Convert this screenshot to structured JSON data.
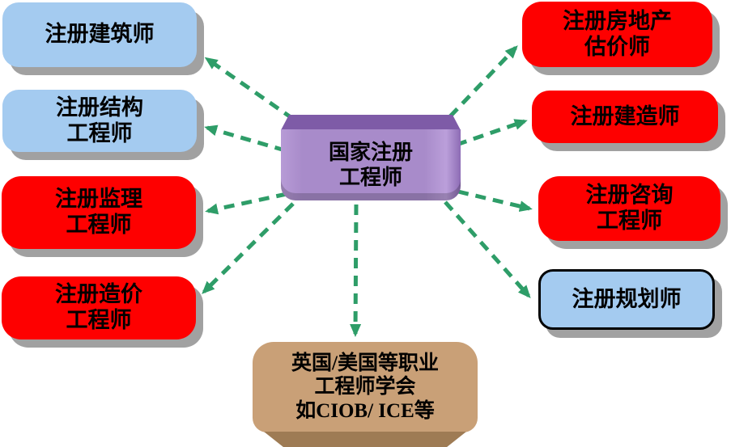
{
  "diagram": {
    "type": "radial-relationship-diagram",
    "center_node": {
      "id": "national-registered-engineer",
      "label": "国家注册\n工程师",
      "fill": "#a88bca",
      "top_face_fill": "#7e5ba7",
      "shape": "3d-rounded-slab"
    },
    "nodes": [
      {
        "id": "registered-architect",
        "label": "注册建筑师",
        "fill": "#a4cbf0",
        "side": "left"
      },
      {
        "id": "registered-structural-engineer",
        "label": "注册结构\n工程师",
        "fill": "#a4cbf0",
        "side": "left"
      },
      {
        "id": "registered-supervision-engineer",
        "label": "注册监理\n工程师",
        "fill": "#fe0000",
        "side": "left"
      },
      {
        "id": "registered-cost-engineer",
        "label": "注册造价\n工程师",
        "fill": "#fe0000",
        "side": "left"
      },
      {
        "id": "registered-real-estate-appraiser",
        "label": "注册房地产\n估价师",
        "fill": "#fe0000",
        "side": "right"
      },
      {
        "id": "registered-constructor",
        "label": "注册建造师",
        "fill": "#fe0000",
        "side": "right"
      },
      {
        "id": "registered-consulting-engineer",
        "label": "注册咨询\n工程师",
        "fill": "#fe0000",
        "side": "right"
      },
      {
        "id": "registered-planner",
        "label": "注册规划师",
        "fill": "#a4cbf0",
        "side": "right",
        "border": "#000000"
      },
      {
        "id": "foreign-engineer-societies",
        "label": "英国/美国等职业\n工程师学会\n如CIOB/ ICE等",
        "fill": "#c9a077",
        "side": "bottom",
        "shape": "3d-rounded-slab"
      }
    ],
    "edges": [
      {
        "from": "national-registered-engineer",
        "to": "registered-architect"
      },
      {
        "from": "national-registered-engineer",
        "to": "registered-structural-engineer"
      },
      {
        "from": "national-registered-engineer",
        "to": "registered-supervision-engineer"
      },
      {
        "from": "national-registered-engineer",
        "to": "registered-cost-engineer"
      },
      {
        "from": "national-registered-engineer",
        "to": "registered-real-estate-appraiser"
      },
      {
        "from": "national-registered-engineer",
        "to": "registered-constructor"
      },
      {
        "from": "national-registered-engineer",
        "to": "registered-consulting-engineer"
      },
      {
        "from": "national-registered-engineer",
        "to": "registered-planner"
      },
      {
        "from": "national-registered-engineer",
        "to": "foreign-engineer-societies"
      }
    ],
    "arrow_style": {
      "color": "#2e9d68",
      "dashed": true,
      "head": "triangle"
    },
    "colors": {
      "background": "#ffffff",
      "box_shadow": "#a1a1a1",
      "text": "#000000",
      "blue_box": "#a4cbf0",
      "red_box": "#fe0000",
      "tan_box": "#c9a077",
      "purple_center": "#a88bca",
      "arrow_green": "#2e9d68"
    }
  }
}
